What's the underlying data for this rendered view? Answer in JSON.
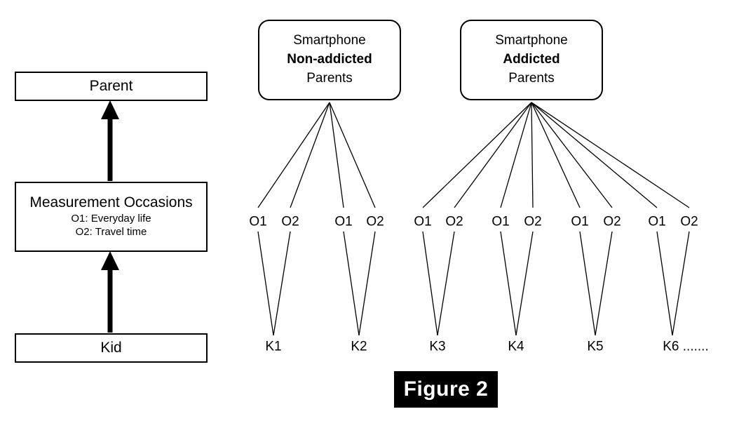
{
  "figure": {
    "caption": "Figure 2",
    "caption_bg": "#000000",
    "caption_fg": "#ffffff",
    "line_color": "#000000",
    "background": "#ffffff"
  },
  "legend_panel": {
    "parent_box": {
      "label": "Parent"
    },
    "measurement_box": {
      "title": "Measurement Occasions",
      "sub1": "O1: Everyday life",
      "sub2": "O2: Travel time"
    },
    "kid_box": {
      "label": "Kid"
    },
    "arrow_up_1": "arrow-kid-to-occasions",
    "arrow_up_2": "arrow-occasions-to-parent"
  },
  "tree_panel": {
    "groups": [
      {
        "id": "non-addicted",
        "line1": "Smartphone",
        "line2": "Non-addicted",
        "line3": "Parents",
        "bold_line": 2,
        "children_count": 2
      },
      {
        "id": "addicted",
        "line1": "Smartphone",
        "line2": "Addicted",
        "line3": "Parents",
        "bold_line": 2,
        "children_count": 4
      }
    ],
    "occasion_labels": {
      "o1": "O1",
      "o2": "O2"
    },
    "kids": [
      {
        "id": "k1",
        "label": "K1"
      },
      {
        "id": "k2",
        "label": "K2"
      },
      {
        "id": "k3",
        "label": "K3"
      },
      {
        "id": "k4",
        "label": "K4"
      },
      {
        "id": "k5",
        "label": "K5"
      },
      {
        "id": "k6",
        "label": "K6 ......."
      }
    ]
  }
}
